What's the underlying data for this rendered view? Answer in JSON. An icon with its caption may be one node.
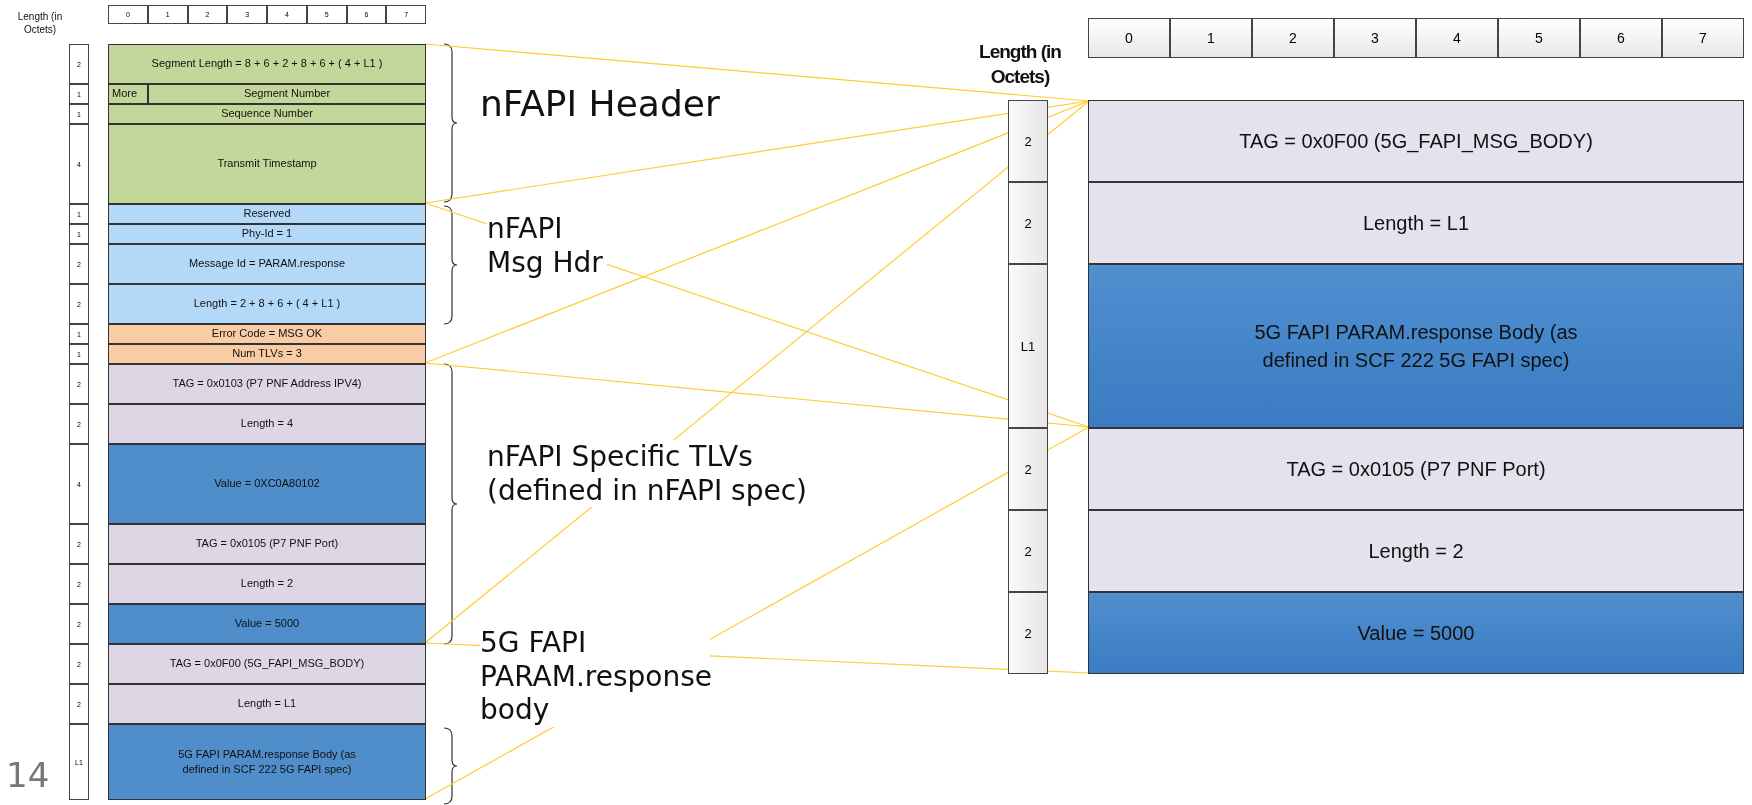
{
  "diagram": {
    "nodes": [
      {
        "text": [
          "Segment Length = 8 + 6 + 2 + 8 + 6 + ( 4 + L1 )"
        ]
      },
      {
        "text": [
          "More"
        ]
      },
      {
        "text": [
          "Segment Number"
        ]
      },
      {
        "text": [
          "Sequence Number"
        ]
      },
      {
        "text": [
          "Transmit Timestamp"
        ]
      },
      {
        "text": [
          "Reserved"
        ]
      },
      {
        "text": [
          "Phy-Id = 1"
        ]
      },
      {
        "text": [
          "Message Id =  PARAM.response"
        ]
      },
      {
        "text": [
          "Length = 2 + 8 + 6 + ( 4 + L1 )"
        ]
      },
      {
        "text": [
          "Error Code = MSG OK"
        ]
      },
      {
        "text": [
          "Num TLVs = 3"
        ]
      },
      {
        "text": [
          "TAG = 0x0103 (P7 PNF Address IPV4)"
        ]
      },
      {
        "text": [
          "Length = 4"
        ]
      },
      {
        "text": [
          "Value = 0XC0A80102"
        ]
      },
      {
        "text": [
          "TAG = 0x0105 (P7 PNF Port)"
        ]
      },
      {
        "text": [
          "Length = 2"
        ]
      },
      {
        "text": [
          "Value = 5000"
        ]
      },
      {
        "text": [
          "TAG = 0x0F00 (5G_FAPI_MSG_BODY)"
        ]
      },
      {
        "text": [
          "Length = L1"
        ]
      },
      {
        "text": [
          "5G FAPI PARAM.response Body (as defined in SCF 222 5G FAPI spec)"
        ]
      },
      {
        "text": [
          "TAG = 0x0F00 (5G_FAPI_MSG_BODY)"
        ]
      },
      {
        "text": [
          "Length = L1"
        ]
      },
      {
        "text": [
          "5G FAPI PARAM.response Body (as defined in SCF 222 5G FAPI spec)"
        ]
      },
      {
        "text": [
          "TAG = 0x0105 (P7 PNF Port)"
        ]
      },
      {
        "text": [
          "Length = 2"
        ]
      },
      {
        "text": [
          "Value = 5000"
        ]
      }
    ],
    "edges": [
      {
        "from": 0,
        "to": 20,
        "arrow": "none"
      },
      {
        "from": 4,
        "to": 20,
        "arrow": "none"
      },
      {
        "from": 4,
        "to": 22,
        "arrow": "none"
      },
      {
        "from": 10,
        "to": 20,
        "arrow": "none"
      },
      {
        "from": 10,
        "to": 22,
        "arrow": "none"
      },
      {
        "from": 16,
        "to": 20,
        "arrow": "none"
      },
      {
        "from": 16,
        "to": 25,
        "arrow": "none"
      },
      {
        "from": 19,
        "to": 22,
        "arrow": "none"
      }
    ],
    "labels": [
      "Length (in Octets)",
      "0",
      "1",
      "2",
      "3",
      "4",
      "5",
      "6",
      "7",
      "2",
      "1",
      "1",
      "4",
      "1",
      "1",
      "2",
      "2",
      "1",
      "1",
      "2",
      "2",
      "4",
      "2",
      "2",
      "2",
      "2",
      "2",
      "L1",
      "nFAPI Header",
      "nFAPI Msg Hdr",
      "nFAPI Specific TLVs (defined in nFAPI spec)",
      "5G FAPI PARAM.response body",
      "Length (in Octets)",
      "0",
      "1",
      "2",
      "3",
      "4",
      "5",
      "6",
      "7",
      "2",
      "2",
      "L1",
      "2",
      "2",
      "2",
      "14"
    ]
  }
}
